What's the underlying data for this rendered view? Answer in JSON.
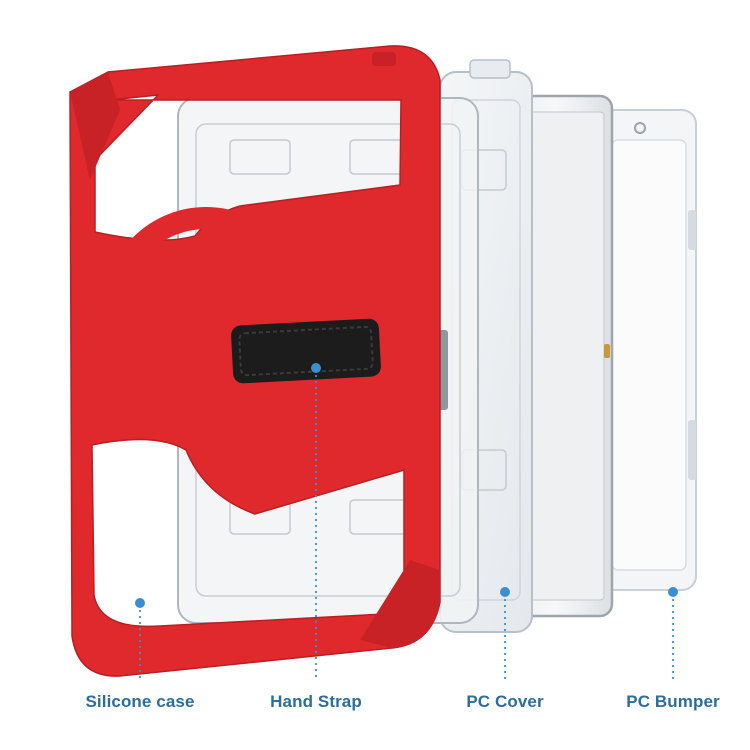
{
  "colors": {
    "silicone": "#e0292d",
    "silicone_dark": "#b81f23",
    "label_text": "#2b6e9c",
    "callout": "#3b8fd1",
    "strap": "#1c1c1c"
  },
  "callouts": [
    {
      "id": "silicone-case",
      "label": "Silicone case"
    },
    {
      "id": "hand-strap",
      "label": "Hand Strap"
    },
    {
      "id": "pc-cover",
      "label": "PC Cover"
    },
    {
      "id": "pc-bumper",
      "label": "PC Bumper"
    }
  ]
}
